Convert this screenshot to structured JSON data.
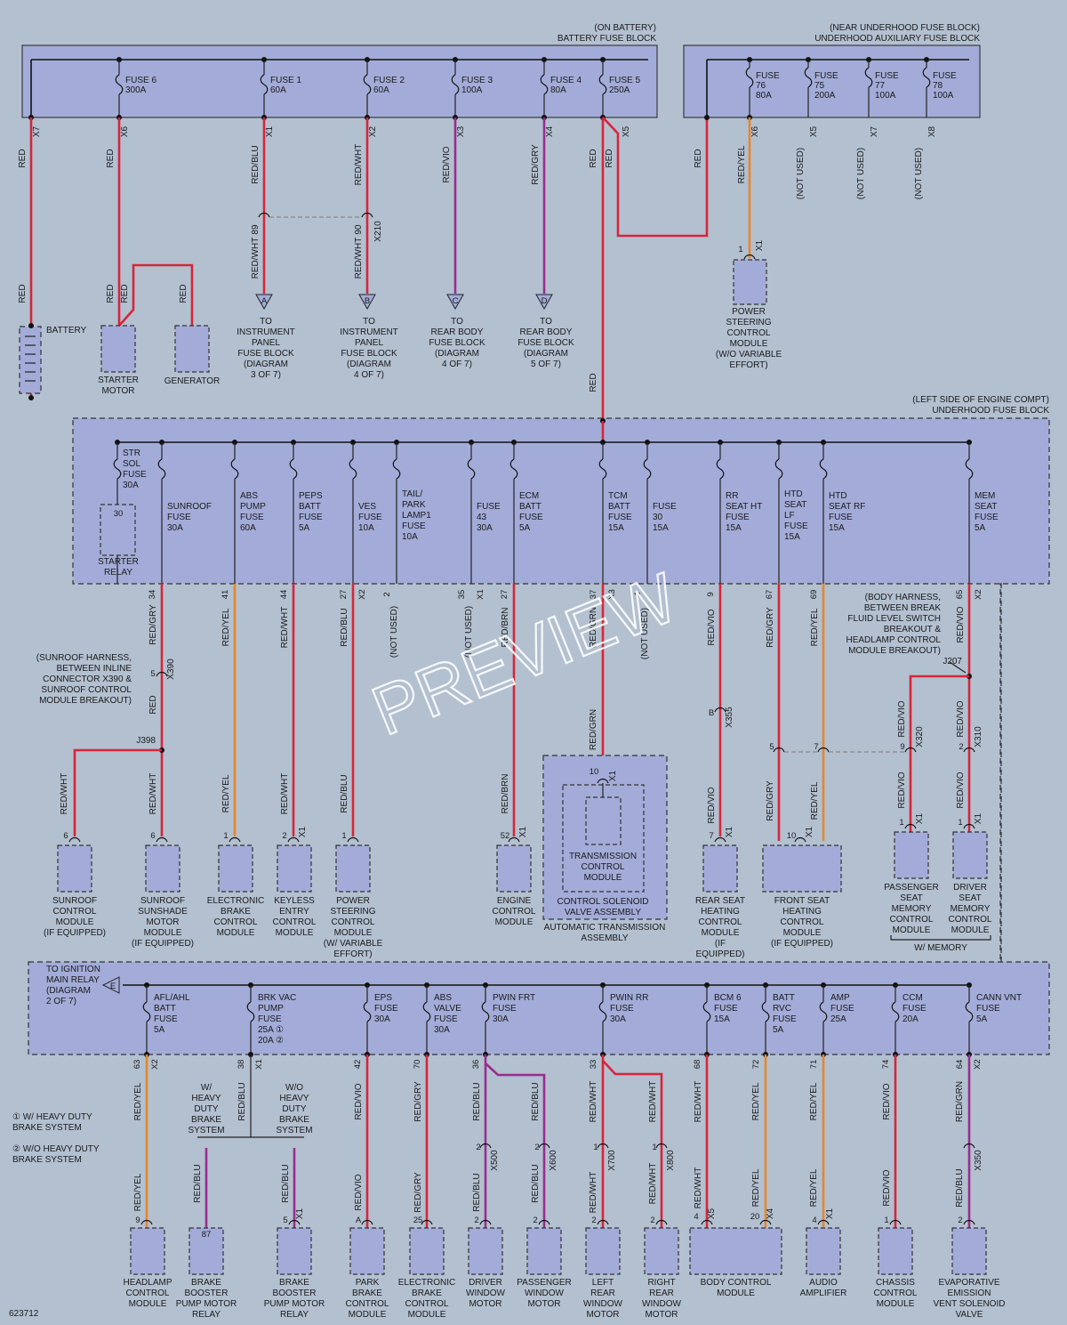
{
  "battery_block": {
    "title1": "(ON BATTERY)",
    "title2": "BATTERY FUSE BLOCK"
  },
  "aux_block": {
    "title1": "(NEAR UNDERHOOD FUSE BLOCK)",
    "title2": "UNDERHOOD AUXILIARY FUSE BLOCK"
  },
  "underhood_block": {
    "title1": "(LEFT SIDE OF ENGINE COMPT)",
    "title2": "UNDERHOOD FUSE BLOCK"
  },
  "battery_fuses": [
    {
      "name": "FUSE 6",
      "amp": "300A",
      "conn": "X7",
      "wire": "RED"
    },
    {
      "name": "FUSE 1",
      "amp": "60A",
      "conn": "X1",
      "wire": "RED/BLU"
    },
    {
      "name": "FUSE 2",
      "amp": "60A",
      "conn": "X2",
      "wire": "RED/WHT"
    },
    {
      "name": "FUSE 3",
      "amp": "100A",
      "conn": "X3",
      "wire": "RED/VIO"
    },
    {
      "name": "FUSE 4",
      "amp": "80A",
      "conn": "X4",
      "wire": "RED/GRY"
    },
    {
      "name": "FUSE 5",
      "amp": "250A",
      "conn": "X5",
      "wire": "RED"
    }
  ],
  "battery_extra": {
    "x6": "X6",
    "x7wire": "RED",
    "x6wire": "RED",
    "f5red": "RED"
  },
  "aux_fuses": [
    {
      "l1": "FUSE",
      "l2": "76",
      "l3": "80A",
      "conn": "X6",
      "wire": "RED/YEL"
    },
    {
      "l1": "FUSE",
      "l2": "75",
      "l3": "200A",
      "conn": "X5",
      "wire": "(NOT USED)"
    },
    {
      "l1": "FUSE",
      "l2": "77",
      "l3": "100A",
      "conn": "X7",
      "wire": "(NOT USED)"
    },
    {
      "l1": "FUSE",
      "l2": "78",
      "l3": "100A",
      "conn": "X8",
      "wire": "(NOT USED)"
    }
  ],
  "aux_red": "RED",
  "top_labels": {
    "battery": "BATTERY",
    "starter": [
      "STARTER",
      "MOTOR"
    ],
    "generator": "GENERATOR",
    "red": "RED",
    "p89": "89",
    "p90": "90",
    "x210": "X210",
    "p1": "1",
    "x1": "X1",
    "redwht": "RED/WHT",
    "redblu": "RED/BLU",
    "ps": [
      "POWER",
      "STEERING",
      "CONTROL",
      "MODULE",
      "(W/O VARIABLE",
      "EFFORT)"
    ]
  },
  "arrows": [
    {
      "letter": "A",
      "text": [
        "TO",
        "INSTRUMENT",
        "PANEL",
        "FUSE BLOCK",
        "(DIAGRAM",
        "3 OF 7)"
      ]
    },
    {
      "letter": "B",
      "text": [
        "TO",
        "INSTRUMENT",
        "PANEL",
        "FUSE BLOCK",
        "(DIAGRAM",
        "4 OF 7)"
      ]
    },
    {
      "letter": "C",
      "text": [
        "TO",
        "REAR BODY",
        "FUSE BLOCK",
        "(DIAGRAM",
        "4 OF 7)"
      ]
    },
    {
      "letter": "D",
      "text": [
        "TO",
        "REAR BODY",
        "FUSE BLOCK",
        "(DIAGRAM",
        "5 OF 7)"
      ]
    }
  ],
  "uh_fuses": [
    {
      "lines": [
        "STR",
        "SOL",
        "FUSE",
        "30A"
      ]
    },
    {
      "lines": [
        "SUNROOF",
        "FUSE",
        "30A"
      ],
      "pin": "34",
      "wire": "RED/GRY"
    },
    {
      "lines": [
        "ABS",
        "PUMP",
        "FUSE",
        "60A"
      ],
      "pin": "41",
      "wire": "RED/YEL"
    },
    {
      "lines": [
        "PEPS",
        "BATT",
        "FUSE",
        "5A"
      ],
      "pin": "44",
      "wire": "RED/WHT"
    },
    {
      "lines": [
        "VES",
        "FUSE",
        "10A"
      ],
      "pin": "27",
      "conn": "X2",
      "wire": "RED/BLU"
    },
    {
      "lines": [
        "TAIL/",
        "PARK",
        "LAMP1",
        "FUSE",
        "10A"
      ],
      "pin": "2",
      "wire": "(NOT USED)"
    },
    {
      "lines": [
        "FUSE",
        "43",
        "30A"
      ],
      "pin": "35",
      "conn": "X1",
      "wire": "(NOT USED)"
    },
    {
      "lines": [
        "ECM",
        "BATT",
        "FUSE",
        "5A"
      ],
      "pin": "27",
      "wire": "RED/BRN"
    },
    {
      "lines": [
        "TCM",
        "BATT",
        "FUSE",
        "15A"
      ],
      "pin": "37",
      "conn": "X3",
      "wire": "RED/GRN"
    },
    {
      "lines": [
        "FUSE",
        "30",
        "15A"
      ],
      "pin": "4",
      "wire": "(NOT USED)"
    },
    {
      "lines": [
        "RR",
        "SEAT HT",
        "FUSE",
        "15A"
      ],
      "pin": "9",
      "wire": "RED/VIO"
    },
    {
      "lines": [
        "HTD",
        "SEAT",
        "LF",
        "FUSE",
        "15A"
      ],
      "pin": "67",
      "wire": "RED/GRY"
    },
    {
      "lines": [
        "HTD",
        "SEAT RF",
        "FUSE",
        "15A"
      ],
      "pin": "69",
      "wire": "RED/YEL"
    },
    {
      "lines": [
        "MEM",
        "SEAT",
        "FUSE",
        "5A"
      ],
      "pin": "65",
      "conn": "X2",
      "wire": "RED/VIO"
    }
  ],
  "starter_relay": {
    "pin": "30",
    "lines": [
      "STARTER",
      "RELAY"
    ]
  },
  "mid_labels": {
    "sunroof_note": [
      "(SUNROOF HARNESS,",
      "BETWEEN INLINE",
      "CONNECTOR X390 &",
      "SUNROOF CONTROL",
      "MODULE BREAKOUT)"
    ],
    "j398": "J398",
    "p5": "5",
    "x390": "X390",
    "red": "RED",
    "redwht": "RED/WHT",
    "redgry": "RED/GRY",
    "body_note": [
      "(BODY HARNESS,",
      "BETWEEN BREAK",
      "FLUID LEVEL SWITCH",
      "BREAKOUT &",
      "HEADLAMP CONTROL",
      "MODULE BREAKOUT)"
    ],
    "j207": "J207",
    "pB": "B",
    "x355": "X355",
    "p5b": "5",
    "p7": "7",
    "p9": "9",
    "x320": "X320",
    "p2": "2",
    "x310": "X310",
    "p10": "10",
    "x1": "X1",
    "redvio": "RED/VIO",
    "redyel": "RED/YEL",
    "redgrn": "RED/GRN",
    "redbrn": "RED/BRN",
    "redblu": "RED/BLU"
  },
  "mid_modules": [
    {
      "pin": "6",
      "lines": [
        "SUNROOF",
        "CONTROL",
        "MODULE",
        "(IF EQUIPPED)"
      ]
    },
    {
      "pin": "6",
      "lines": [
        "SUNROOF",
        "SUNSHADE",
        "MOTOR",
        "MODULE",
        "(IF EQUIPPED)"
      ]
    },
    {
      "pin": "1",
      "lines": [
        "ELECTRONIC",
        "BRAKE",
        "CONTROL",
        "MODULE"
      ]
    },
    {
      "pin": "2",
      "conn": "X1",
      "lines": [
        "KEYLESS",
        "ENTRY",
        "CONTROL",
        "MODULE"
      ]
    },
    {
      "pin": "1",
      "lines": [
        "POWER",
        "STEERING",
        "CONTROL",
        "MODULE",
        "(W/ VARIABLE",
        "EFFORT)"
      ]
    },
    {
      "pin": "52",
      "conn": "X1",
      "lines": [
        "ENGINE",
        "CONTROL",
        "MODULE"
      ]
    },
    {
      "pin": "7",
      "conn": "X1",
      "lines": [
        "REAR SEAT",
        "HEATING",
        "CONTROL",
        "MODULE",
        "(IF",
        "EQUIPPED)"
      ]
    },
    {
      "pin": "10",
      "conn": "X1",
      "lines": [
        "FRONT SEAT",
        "HEATING",
        "CONTROL",
        "MODULE",
        "(IF EQUIPPED)"
      ]
    },
    {
      "pin": "1",
      "conn": "X1",
      "lines": [
        "PASSENGER",
        "SEAT",
        "MEMORY",
        "CONTROL",
        "MODULE"
      ]
    },
    {
      "pin": "1",
      "conn": "X1",
      "lines": [
        "DRIVER",
        "SEAT",
        "MEMORY",
        "CONTROL",
        "MODULE"
      ]
    }
  ],
  "trans": {
    "tcm": [
      "TRANSMISSION",
      "CONTROL",
      "MODULE"
    ],
    "valve": [
      "CONTROL SOLENOID",
      "VALVE ASSEMBLY"
    ],
    "auto": [
      "AUTOMATIC TRANSMISSION",
      "ASSEMBLY"
    ]
  },
  "wmemory": "W/ MEMORY",
  "ign": {
    "letter": "E",
    "lines": [
      "TO IGNITION",
      "MAIN RELAY",
      "(DIAGRAM",
      "2 OF 7)"
    ]
  },
  "low_fuses": [
    {
      "lines": [
        "AFL/AHL",
        "BATT",
        "FUSE",
        "5A"
      ],
      "pin": "63",
      "conn": "X2",
      "wire": "RED/YEL"
    },
    {
      "lines": [
        "BRK VAC",
        "PUMP",
        "FUSE",
        "25A ①",
        "20A ②"
      ],
      "pin": "38",
      "conn": "X1",
      "wire": "RED/BLU"
    },
    {
      "lines": [
        "EPS",
        "FUSE",
        "30A"
      ],
      "pin": "42",
      "wire": "RED/VIO"
    },
    {
      "lines": [
        "ABS",
        "VALVE",
        "FUSE",
        "30A"
      ],
      "pin": "70",
      "wire": "RED/GRY"
    },
    {
      "lines": [
        "PWIN FRT",
        "FUSE",
        "30A"
      ],
      "pin": "36",
      "wire": "RED/BLU"
    },
    {
      "lines": [
        "PWIN RR",
        "FUSE",
        "30A"
      ],
      "pin": "33",
      "wire": "RED/WHT"
    },
    {
      "lines": [
        "BCM 6",
        "FUSE",
        "15A"
      ],
      "pin": "68",
      "wire": "RED/WHT"
    },
    {
      "lines": [
        "BATT",
        "RVC",
        "FUSE",
        "5A"
      ],
      "pin": "72",
      "wire": "RED/YEL"
    },
    {
      "lines": [
        "AMP",
        "FUSE",
        "25A"
      ],
      "pin": "71",
      "wire": "RED/YEL"
    },
    {
      "lines": [
        "CCM",
        "FUSE",
        "20A"
      ],
      "pin": "74",
      "wire": "RED/VIO"
    },
    {
      "lines": [
        "CANN VNT",
        "FUSE",
        "5A"
      ],
      "pin": "64",
      "conn": "X2",
      "wire": "RED/GRN"
    }
  ],
  "notes": {
    "n1": "① W/ HEAVY DUTY",
    "n1b": "BRAKE SYSTEM",
    "n2": "② W/O HEAVY DUTY",
    "n2b": "BRAKE SYSTEM",
    "with": [
      "W/",
      "HEAVY",
      "DUTY",
      "BRAKE",
      "SYSTEM"
    ],
    "without": [
      "W/O",
      "HEAVY",
      "DUTY",
      "BRAKE",
      "SYSTEM"
    ]
  },
  "low_labels": {
    "x500": "X500",
    "x600": "X600",
    "x700": "X700",
    "x800": "X800",
    "x5": "X5",
    "x4": "X4",
    "x1": "X1",
    "x350": "X350",
    "p2": "2",
    "p1": "1",
    "p87": "87",
    "p9": "9",
    "p5": "5",
    "pA": "A",
    "p25": "25",
    "p4": "4",
    "p20": "20",
    "p1b": "1",
    "p2b": "2"
  },
  "low_modules": [
    {
      "lines": [
        "HEADLAMP",
        "CONTROL",
        "MODULE"
      ]
    },
    {
      "lines": [
        "BRAKE",
        "BOOSTER",
        "PUMP MOTOR",
        "RELAY"
      ]
    },
    {
      "lines": [
        "BRAKE",
        "BOOSTER",
        "PUMP MOTOR",
        "RELAY"
      ]
    },
    {
      "lines": [
        "PARK",
        "BRAKE",
        "CONTROL",
        "MODULE"
      ]
    },
    {
      "lines": [
        "ELECTRONIC",
        "BRAKE",
        "CONTROL",
        "MODULE"
      ]
    },
    {
      "lines": [
        "DRIVER",
        "WINDOW",
        "MOTOR"
      ]
    },
    {
      "lines": [
        "PASSENGER",
        "WINDOW",
        "MOTOR"
      ]
    },
    {
      "lines": [
        "LEFT",
        "REAR",
        "WINDOW",
        "MOTOR"
      ]
    },
    {
      "lines": [
        "RIGHT",
        "REAR",
        "WINDOW",
        "MOTOR"
      ]
    },
    {
      "lines": [
        "BODY CONTROL",
        "MODULE"
      ]
    },
    {
      "lines": [
        "AUDIO",
        "AMPLIFIER"
      ]
    },
    {
      "lines": [
        "CHASSIS",
        "CONTROL",
        "MODULE"
      ]
    },
    {
      "lines": [
        "EVAPORATIVE",
        "EMISSION",
        "VENT SOLENOID",
        "VALVE"
      ]
    }
  ],
  "figure_id": "623712",
  "watermark": "PREVIEW",
  "colors": {
    "red": "#d8253a",
    "orange": "#e8862b",
    "violet": "#9a2c8e",
    "block": "#a3acd8",
    "bg": "#b3c0d0"
  }
}
